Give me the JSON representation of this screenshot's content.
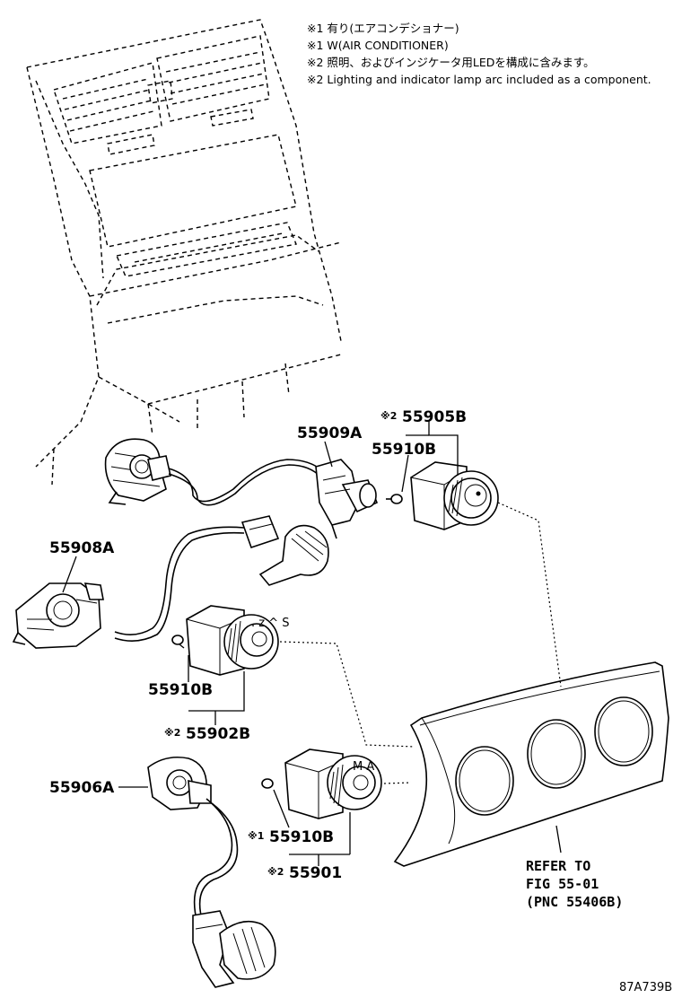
{
  "notes": [
    "※1 有り(エアコンデショナー)",
    "※1 W(AIR CONDITIONER)",
    "※2 照明、およびインジケータ用LEDを構成に含みます。",
    "※2 Lighting and indicator lamp arc included as a component."
  ],
  "labels": {
    "p55905b": "55905B",
    "p55905b_mark": "※2",
    "p55909a": "55909A",
    "p55910b_top": "55910B",
    "p55908a": "55908A",
    "p55910b_mid": "55910B",
    "p55902b": "55902B",
    "p55902b_mark": "※2",
    "p55906a": "55906A",
    "p55910b_low": "55910B",
    "p55910b_low_mark": "※1",
    "p55901": "55901",
    "p55901_mark": "※2"
  },
  "refer": [
    "REFER TO",
    "FIG 55-01",
    "(PNC 55406B)"
  ],
  "diagram_code": "87A739B"
}
